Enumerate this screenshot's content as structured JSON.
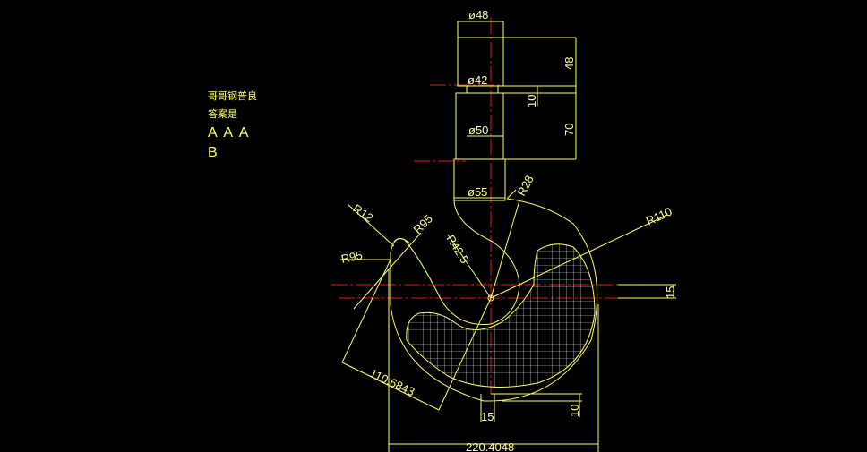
{
  "notes": {
    "line1": "哥哥钢普良",
    "line2": "答案是",
    "line3": "A A A",
    "line4": "B"
  },
  "dims": {
    "d48": "ø48",
    "d42": "ø42",
    "d50": "ø50",
    "d55": "ø55",
    "len48": "48",
    "len10": "10",
    "len70": "70",
    "r28": "R28",
    "r12": "R12",
    "r95a": "R95",
    "r95b": "R95",
    "r42_5": "R42.5",
    "r110": "R110",
    "len15r": "15",
    "len110": "110.6843",
    "len15b": "15",
    "len10b": "10",
    "len220": "220.4048"
  },
  "colors": {
    "line": "#ffff66",
    "center": "#e01818",
    "background": "#000000"
  }
}
